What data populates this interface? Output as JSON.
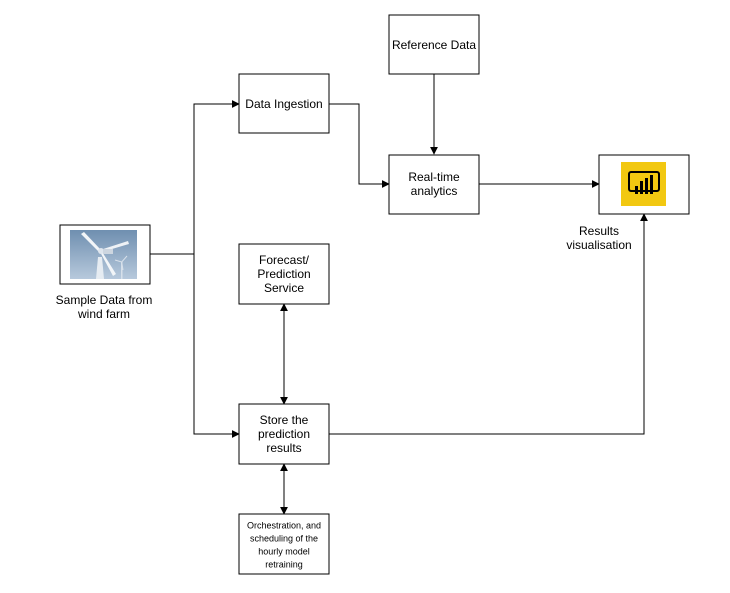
{
  "nodes": {
    "sample_data": {
      "label_lines": [
        "Sample Data from",
        "wind farm"
      ]
    },
    "data_ingestion": {
      "label_lines": [
        "Data Ingestion"
      ]
    },
    "reference_data": {
      "label_lines": [
        "Reference Data"
      ]
    },
    "realtime_analytics": {
      "label_lines": [
        "Real-time",
        "analytics"
      ]
    },
    "results_visualisation": {
      "label_lines": [
        "Results",
        "visualisation"
      ]
    },
    "forecast_service": {
      "label_lines": [
        "Forecast/",
        "Prediction",
        "Service"
      ]
    },
    "store_results": {
      "label_lines": [
        "Store the",
        "prediction",
        "results"
      ]
    },
    "orchestration": {
      "label_lines": [
        "Orchestration, and",
        "scheduling of the",
        "hourly model",
        "retraining"
      ]
    }
  },
  "edges": [
    {
      "from": "sample_data",
      "to": "data_ingestion",
      "direction": "forward"
    },
    {
      "from": "sample_data",
      "to": "store_results",
      "direction": "forward"
    },
    {
      "from": "data_ingestion",
      "to": "realtime_analytics",
      "direction": "forward"
    },
    {
      "from": "reference_data",
      "to": "realtime_analytics",
      "direction": "forward"
    },
    {
      "from": "realtime_analytics",
      "to": "results_visualisation",
      "direction": "forward"
    },
    {
      "from": "store_results",
      "to": "results_visualisation",
      "direction": "forward"
    },
    {
      "from": "forecast_service",
      "to": "store_results",
      "direction": "both"
    },
    {
      "from": "store_results",
      "to": "orchestration",
      "direction": "both"
    }
  ],
  "colors": {
    "powerbi_tile": "#F2C811",
    "powerbi_glyph": "#000000",
    "sky_top": "#6f8fb0",
    "sky_bottom": "#b7c9dc"
  },
  "icons": {
    "sample_data": "wind-turbine-photo",
    "results_visualisation": "power-bi-icon"
  }
}
